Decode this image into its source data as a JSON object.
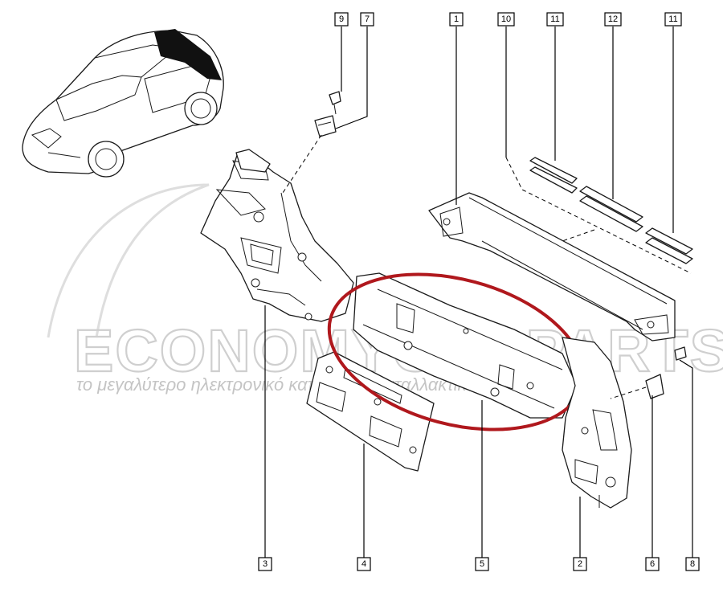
{
  "watermark": {
    "brand": "ECONOMYCARPARTS.gr",
    "tagline": "το μεγαλύτερο ηλεκτρονικό κατάστημα ανταλλακτικών"
  },
  "callouts": {
    "c1": "1",
    "c2": "2",
    "c3": "3",
    "c4": "4",
    "c5": "5",
    "c6": "6",
    "c7": "7",
    "c8": "8",
    "c9": "9",
    "c10": "10",
    "c11a": "11",
    "c11b": "11",
    "c12": "12"
  },
  "highlight_color": "#b0181d"
}
